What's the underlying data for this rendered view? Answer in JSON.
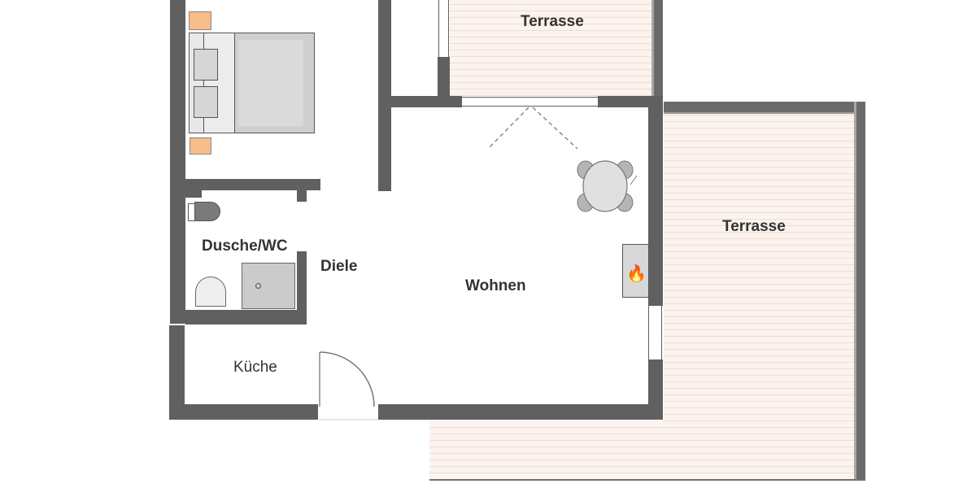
{
  "floorplan": {
    "rooms": {
      "terrasse_top": {
        "label": "Terrasse"
      },
      "terrasse_right": {
        "label": "Terrasse"
      },
      "dusche_wc": {
        "label": "Dusche/WC"
      },
      "diele": {
        "label": "Diele"
      },
      "wohnen": {
        "label": "Wohnen"
      },
      "kueche": {
        "label": "Küche"
      }
    },
    "fireplace_icon": "🔥",
    "colors": {
      "wall": "#606060",
      "terrace": "#fcf3ee",
      "nightstand": "#f7bd8a",
      "furniture": "#d9d9d9",
      "text": "#333333"
    }
  }
}
